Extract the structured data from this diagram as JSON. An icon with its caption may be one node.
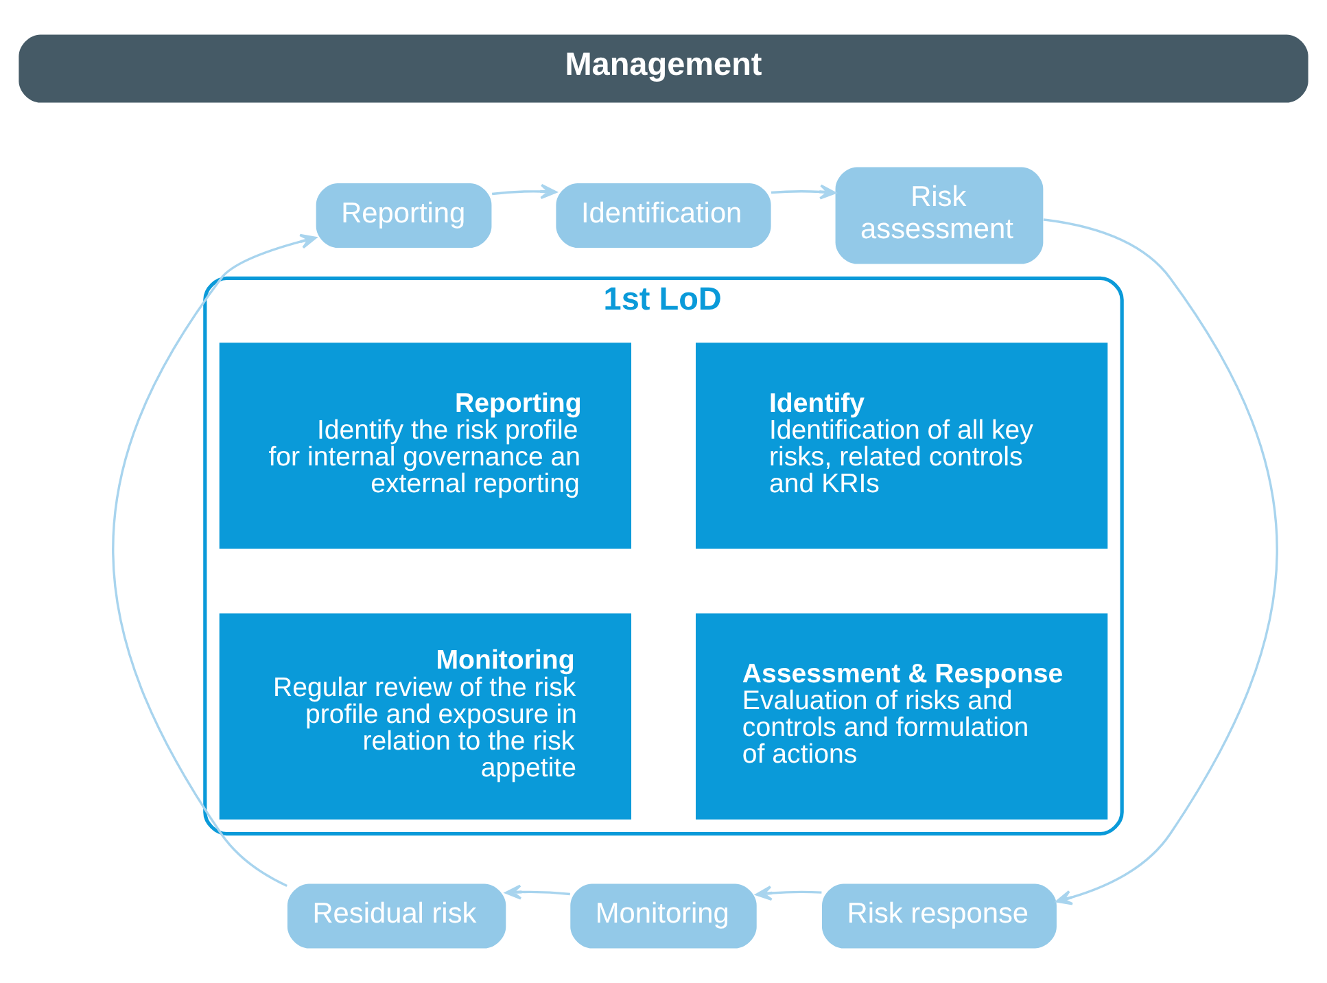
{
  "diagram": {
    "nodes": [
      {
        "text": [
          "Management"
        ]
      },
      {
        "text": [
          "1st LoD"
        ]
      },
      {
        "text": [
          "Reporting",
          "Identify the risk profile for internal governance an external reporting"
        ],
        "in": 1
      },
      {
        "text": [
          "Identify",
          "Identification of all key risks, related controls and KRIs"
        ],
        "in": 1
      },
      {
        "text": [
          "Monitoring",
          "Regular review of the risk profile and exposure in relation to the risk appetite"
        ],
        "in": 1
      },
      {
        "text": [
          "Assessment & Response",
          "Evaluation of risks and controls and formulation of actions"
        ],
        "in": 1
      },
      {
        "text": [
          "Reporting"
        ]
      },
      {
        "text": [
          "Identification"
        ]
      },
      {
        "text": [
          "Risk assessment"
        ]
      },
      {
        "text": [
          "Risk response"
        ]
      },
      {
        "text": [
          "Monitoring"
        ]
      },
      {
        "text": [
          "Residual risk"
        ]
      }
    ],
    "edges": [
      {
        "from": 7,
        "to": 8,
        "arrow": "to"
      },
      {
        "from": 8,
        "to": 9,
        "arrow": "to"
      },
      {
        "from": 9,
        "to": 10,
        "arrow": "to"
      },
      {
        "from": 10,
        "to": 11,
        "arrow": "to"
      },
      {
        "from": 11,
        "to": 6,
        "arrow": "to"
      },
      {
        "from": 6,
        "to": 7,
        "arrow": "to"
      }
    ]
  }
}
